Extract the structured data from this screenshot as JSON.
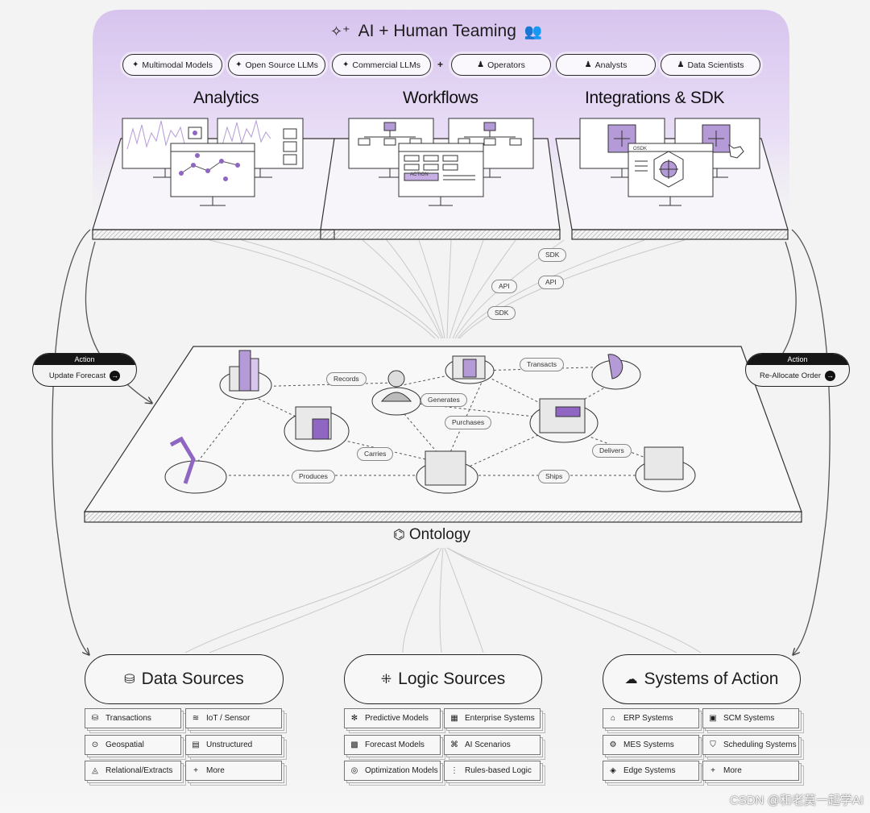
{
  "header": {
    "title": "AI + Human Teaming",
    "pills": [
      {
        "label": "Multimodal Models",
        "icon": "sparkle-icon"
      },
      {
        "label": "Open Source LLMs",
        "icon": "sparkle-icon"
      },
      {
        "label": "Commercial LLMs",
        "icon": "sparkle-icon"
      },
      {
        "label": "Operators",
        "icon": "people-icon"
      },
      {
        "label": "Analysts",
        "icon": "people-icon"
      },
      {
        "label": "Data Scientists",
        "icon": "people-icon"
      }
    ],
    "plus": "+"
  },
  "columns": {
    "analytics": "Analytics",
    "workflows": "Workflows",
    "integrations": "Integrations & SDK"
  },
  "mockups": {
    "action_button": "ACTION",
    "osdk": "OSDK"
  },
  "connectors": [
    "SDK",
    "API",
    "API",
    "SDK"
  ],
  "actions": {
    "left": {
      "header": "Action",
      "label": "Update Forecast"
    },
    "right": {
      "header": "Action",
      "label": "Re-Allocate Order"
    }
  },
  "ontology": {
    "title": "Ontology",
    "edges": [
      "Records",
      "Generates",
      "Transacts",
      "Purchases",
      "Carries",
      "Delivers",
      "Produces",
      "Ships"
    ]
  },
  "sources": [
    {
      "title": "Data Sources",
      "icon": "database-icon",
      "items": [
        {
          "label": "Transactions",
          "icon": "database-icon"
        },
        {
          "label": "IoT / Sensor",
          "icon": "sensor-icon"
        },
        {
          "label": "Geospatial",
          "icon": "pin-icon"
        },
        {
          "label": "Unstructured",
          "icon": "document-icon"
        },
        {
          "label": "Relational/Extracts",
          "icon": "layers-icon"
        },
        {
          "label": "More",
          "icon": "plus-icon"
        }
      ]
    },
    {
      "title": "Logic Sources",
      "icon": "flow-icon",
      "items": [
        {
          "label": "Predictive Models",
          "icon": "asterisk-icon"
        },
        {
          "label": "Enterprise Systems",
          "icon": "grid-icon"
        },
        {
          "label": "Forecast Models",
          "icon": "chart-icon"
        },
        {
          "label": "AI Scenarios",
          "icon": "branch-icon"
        },
        {
          "label": "Optimization Models",
          "icon": "target-icon"
        },
        {
          "label": "Rules-based Logic",
          "icon": "rules-icon"
        }
      ]
    },
    {
      "title": "Systems of Action",
      "icon": "cloud-gear-icon",
      "items": [
        {
          "label": "ERP Systems",
          "icon": "building-icon"
        },
        {
          "label": "SCM Systems",
          "icon": "box-icon"
        },
        {
          "label": "MES Systems",
          "icon": "gear-icon"
        },
        {
          "label": "Scheduling Systems",
          "icon": "shield-icon"
        },
        {
          "label": "Edge Systems",
          "icon": "diamond-icon"
        },
        {
          "label": "More",
          "icon": "plus-icon"
        }
      ]
    }
  ],
  "watermark": "CSDN @和老莫一起学AI",
  "colors": {
    "accent": "#9b6fc9",
    "accent_light": "#e6daf3",
    "ink": "#1d1d1d"
  }
}
